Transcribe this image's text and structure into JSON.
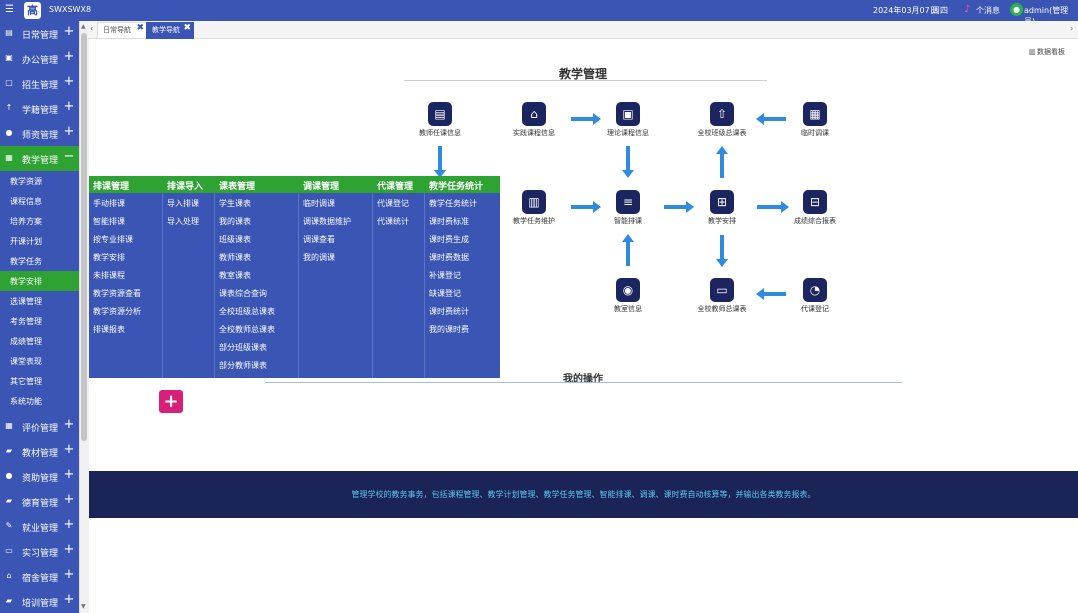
{
  "topbar": {
    "menu_icon": "menu-icon",
    "logo_text": "高",
    "app_name": "SWXSWX8",
    "date": "2024年03月07日",
    "weekday": "周四",
    "messages": "个消息",
    "user": "admin(管理员)"
  },
  "sidebar": {
    "groups": [
      {
        "label": "日常管理",
        "icon": "doc-icon",
        "toggle": "+"
      },
      {
        "label": "办公管理",
        "icon": "briefcase-icon",
        "toggle": "+"
      },
      {
        "label": "招生管理",
        "icon": "bus-icon",
        "toggle": "+"
      },
      {
        "label": "学籍管理",
        "icon": "pin-icon",
        "toggle": "+"
      },
      {
        "label": "师资管理",
        "icon": "user-icon",
        "toggle": "+"
      },
      {
        "label": "教学管理",
        "icon": "calendar-icon",
        "toggle": "−"
      }
    ],
    "subitems": [
      "教学资源",
      "课程信息",
      "培养方案",
      "开课计划",
      "教学任务",
      "教学安排",
      "选课管理",
      "考务管理",
      "成绩管理",
      "课堂表现",
      "其它管理",
      "系统功能"
    ],
    "groups_after": [
      {
        "label": "评价管理",
        "icon": "calendar-icon",
        "toggle": "+"
      },
      {
        "label": "教材管理",
        "icon": "book-icon",
        "toggle": "+"
      },
      {
        "label": "资助管理",
        "icon": "user-icon",
        "toggle": "+"
      },
      {
        "label": "德育管理",
        "icon": "book-icon",
        "toggle": "+"
      },
      {
        "label": "就业管理",
        "icon": "hammer-icon",
        "toggle": "+"
      },
      {
        "label": "实习管理",
        "icon": "monitor-icon",
        "toggle": "+"
      },
      {
        "label": "宿舍管理",
        "icon": "home-icon",
        "toggle": "+"
      },
      {
        "label": "培训管理",
        "icon": "book-icon",
        "toggle": "+"
      }
    ]
  },
  "tabs": [
    {
      "label": "日常导航",
      "close": "✖"
    },
    {
      "label": "教学导航",
      "close": "✖"
    }
  ],
  "main": {
    "dashboard_link": "数据看板",
    "title": "教学管理",
    "nodes": {
      "teacher_info": "教师任课信息",
      "practice_course": "实践课程信息",
      "theory_course": "理论课程信息",
      "class_schedule": "全校班级总课表",
      "temp_adjust": "临时调课",
      "task_maintain": "教学任务维护",
      "smart_schedule": "智能排课",
      "teaching_arrange": "教学安排",
      "grade_report": "成绩综合报表",
      "classroom_info": "教室信息",
      "teacher_schedule": "全校教师总课表",
      "substitute_register": "代课登记"
    },
    "my_ops": "我的操作",
    "add_label": "+"
  },
  "footer": {
    "text": "管理学校的教务事务，包括课程管理、教学计划管理、教学任务管理、智能排课、调课、课时费自动核算等，并输出各类教务报表。"
  },
  "mega_menu": {
    "columns": [
      {
        "head": "排课管理",
        "items": [
          "手动排课",
          "智能排课",
          "按专业排课",
          "教学安排",
          "未排课程",
          "教学资源查看",
          "教学资源分析",
          "排课报表"
        ]
      },
      {
        "head": "排课导入",
        "items": [
          "导入排课",
          "导入处理"
        ]
      },
      {
        "head": "课表管理",
        "items": [
          "学生课表",
          "我的课表",
          "班级课表",
          "教师课表",
          "教室课表",
          "课表综合查询",
          "全校班级总课表",
          "全校教师总课表",
          "部分班级课表",
          "部分教师课表"
        ]
      },
      {
        "head": "调课管理",
        "items": [
          "临时调课",
          "调课数据维护",
          "调课查看",
          "我的调课"
        ]
      },
      {
        "head": "代课管理",
        "items": [
          "代课登记",
          "代课统计"
        ]
      },
      {
        "head": "教学任务统计",
        "items": [
          "教学任务统计",
          "课时费标准",
          "课时费生成",
          "课时费数据",
          "补课登记",
          "缺课登记",
          "课时费统计",
          "我的课时费"
        ]
      }
    ]
  }
}
